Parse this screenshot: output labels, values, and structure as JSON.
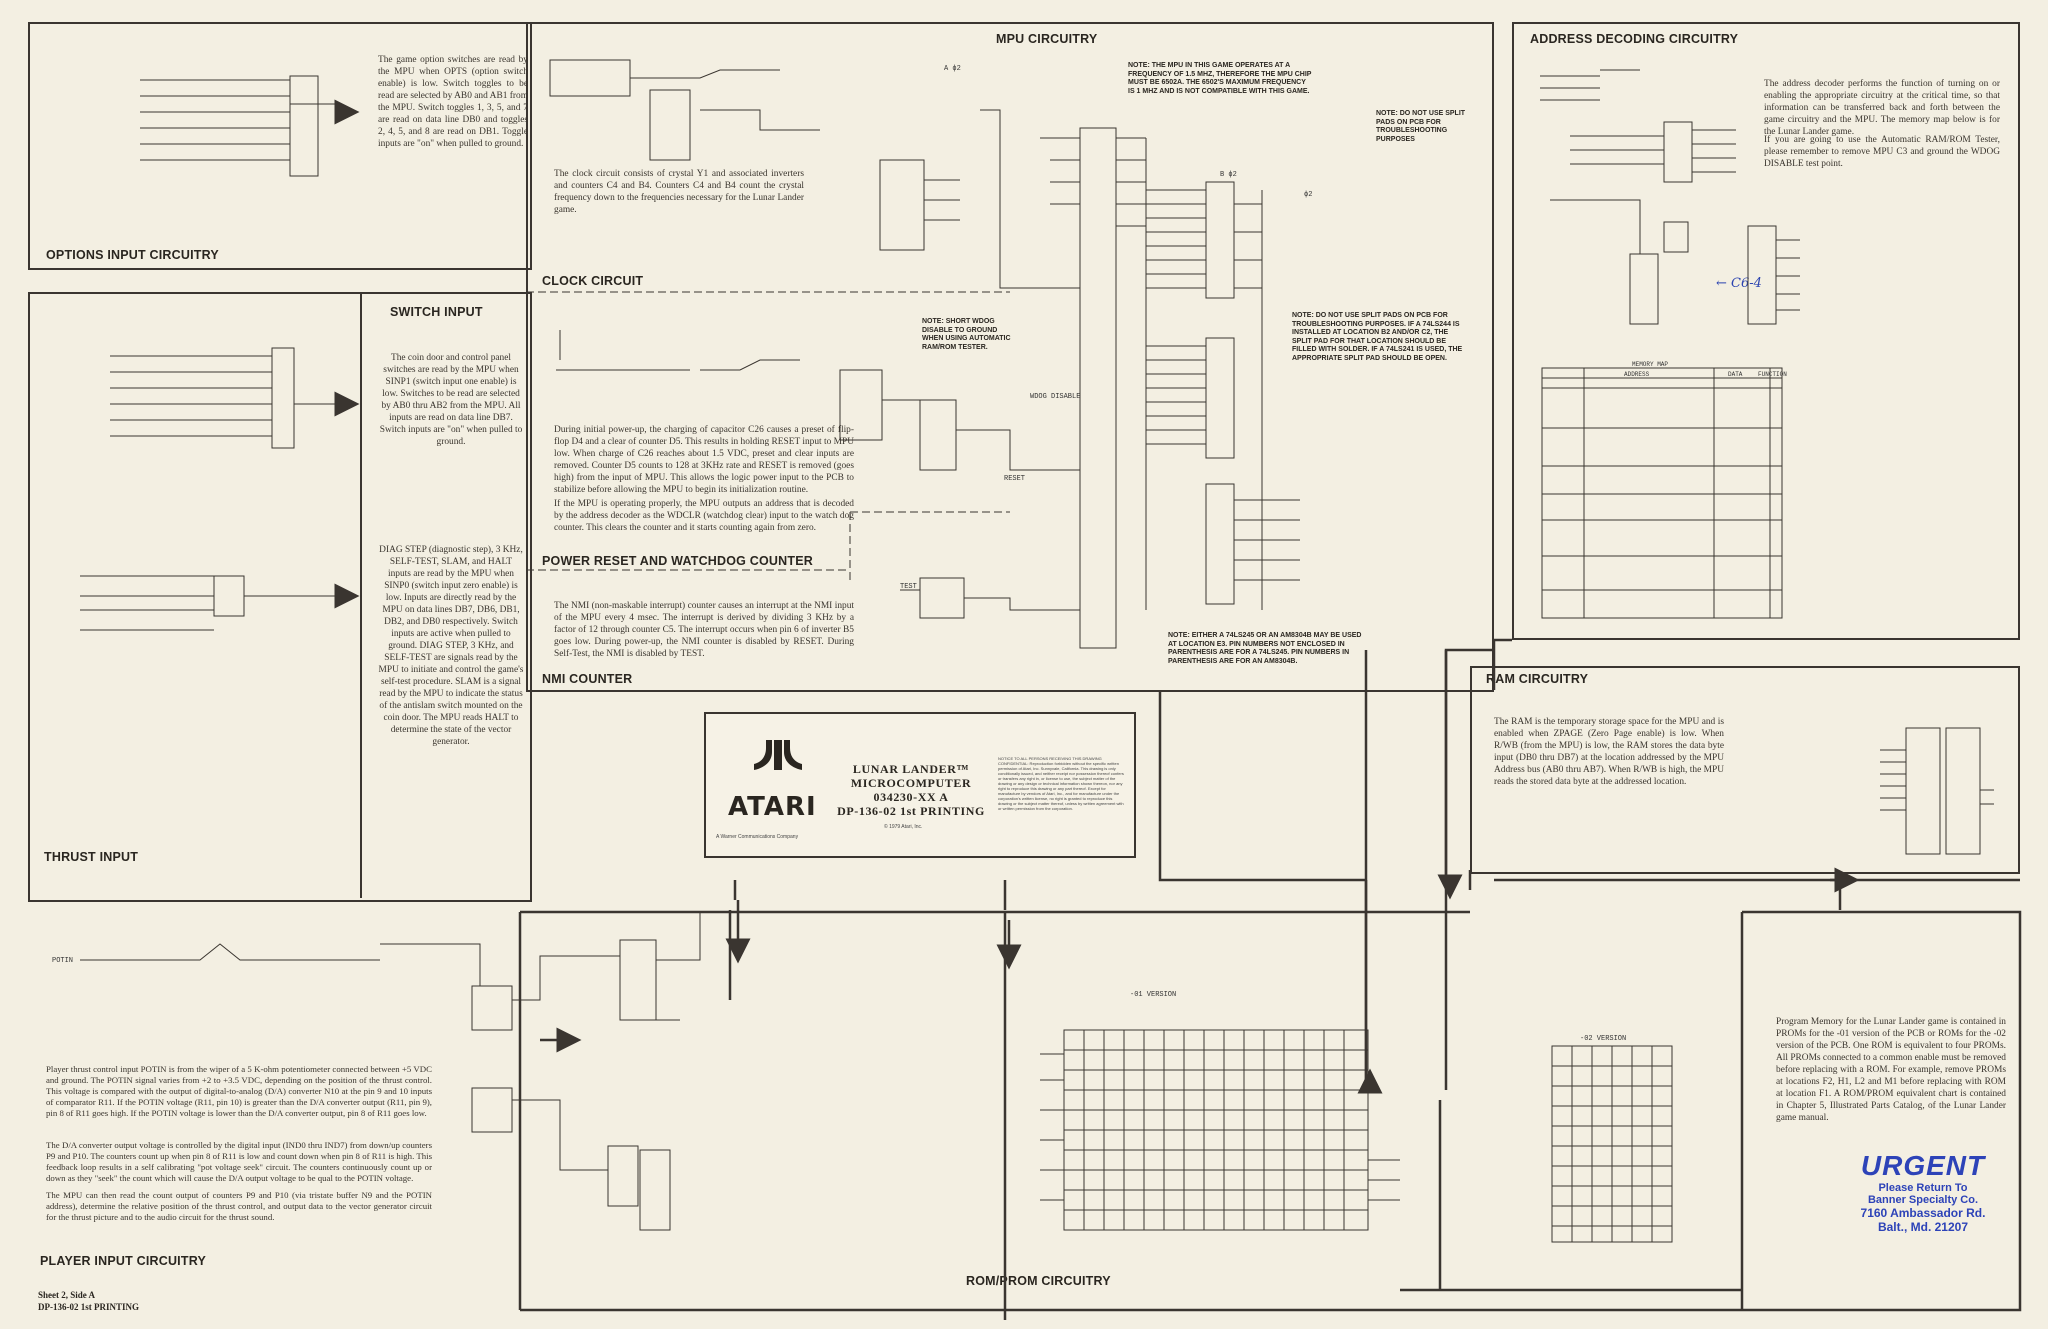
{
  "sections": {
    "options_input": "OPTIONS INPUT CIRCUITRY",
    "switch_input": "SWITCH INPUT",
    "thrust_input": "THRUST INPUT",
    "player_input": "PLAYER INPUT CIRCUITRY",
    "mpu": "MPU CIRCUITRY",
    "clock": "CLOCK CIRCUIT",
    "power_reset": "POWER RESET AND WATCHDOG COUNTER",
    "nmi": "NMI COUNTER",
    "address_decoding": "ADDRESS DECODING CIRCUITRY",
    "ram": "RAM CIRCUITRY",
    "romprom": "ROM/PROM CIRCUITRY"
  },
  "texts": {
    "options": "The game option switches are read by the MPU when OPTS (option switch enable) is low. Switch toggles to be read are selected by AB0 and AB1 from the MPU. Switch toggles 1, 3, 5, and 7 are read on data line DB0 and toggles 2, 4, 5, and 8 are read on DB1. Toggle inputs are \"on\" when pulled to ground.",
    "switch1": "The coin door and control panel switches are read by the MPU when SINP1 (switch input one enable) is low. Switches to be read are selected by AB0 thru AB2 from the MPU. All inputs are read on data line DB7. Switch inputs are \"on\" when pulled to ground.",
    "switch2": "DIAG STEP (diagnostic step), 3 KHz, SELF-TEST, SLAM, and HALT inputs are read by the MPU when SINP0 (switch input zero enable) is low. Inputs are directly read by the MPU on data lines DB7, DB6, DB1, DB2, and DB0 respectively. Switch inputs are active when pulled to ground. DIAG STEP, 3 KHz, and SELF-TEST are signals read by the MPU to initiate and control the game's self-test procedure. SLAM is a signal read by the MPU to indicate the status of the antislam switch mounted on the coin door. The MPU reads HALT to determine the state of the vector generator.",
    "clock": "The clock circuit consists of crystal Y1 and associated inverters and counters C4 and B4. Counters C4 and B4 count the crystal frequency down to the frequencies necessary for the Lunar Lander game.",
    "power_reset_p1": "During initial power-up, the charging of capacitor C26 causes a preset of flip-flop D4 and a clear of counter D5. This results in holding RESET input to MPU low. When charge of C26 reaches about 1.5 VDC, preset and clear inputs are removed. Counter D5 counts to 128 at 3KHz rate and RESET is removed (goes high) from the input of MPU. This allows the logic power input to the PCB to stabilize before allowing the MPU to begin its initialization routine.",
    "power_reset_p2": "If the MPU is operating properly, the MPU outputs an address that is decoded by the address decoder as the WDCLR (watchdog clear) input to the watch dog counter. This clears the counter and it starts counting again from zero.",
    "nmi": "The NMI (non-maskable interrupt) counter causes an interrupt at the NMI input of the MPU every 4 msec. The interrupt is derived by dividing 3 KHz by a factor of 12 through counter C5. The interrupt occurs when pin 6 of inverter B5 goes low. During power-up, the NMI counter is disabled by RESET. During Self-Test, the NMI is disabled by TEST.",
    "address": "The address decoder performs the function of turning on or enabling the appropriate circuitry at the critical time, so that information can be transferred back and forth between the game circuitry and the MPU. The memory map below is for the Lunar Lander game.",
    "address2": "If you are going to use the Automatic RAM/ROM Tester, please remember to remove MPU C3 and ground the WDOG DISABLE test point.",
    "ram": "The RAM is the temporary storage space for the MPU and is enabled when ZPAGE (Zero Page enable) is low. When R/WB (from the MPU) is low, the RAM stores the data byte input (DB0 thru DB7) at the location addressed by the MPU Address bus (AB0 thru AB7). When R/WB is high, the MPU reads the stored data byte at the addressed location.",
    "program": "Program Memory for the Lunar Lander game is contained in PROMs for the -01 version of the PCB or ROMs for the -02 version of the PCB. One ROM is equivalent to four PROMs. All PROMs connected to a common enable must be removed before replacing with a ROM. For example, remove PROMs at locations F2, H1, L2 and M1 before replacing with ROM at location F1. A ROM/PROM equivalent chart is contained in Chapter 5, Illustrated Parts Catalog, of the Lunar Lander game manual.",
    "thrust_p1": "Player thrust control input POTIN is from the wiper of a 5 K-ohm potentiometer connected between +5 VDC and ground. The POTIN signal varies from +2 to +3.5 VDC, depending on the position of the thrust control. This voltage is compared with the output of digital-to-analog (D/A) converter N10 at the pin 9 and 10 inputs of comparator R11. If the POTIN voltage (R11, pin 10) is greater than the D/A converter output (R11, pin 9), pin 8 of R11 goes high. If the POTIN voltage is lower than the D/A converter output, pin 8 of R11 goes low.",
    "thrust_p2": "The D/A converter output voltage is controlled by the digital input (IND0 thru IND7) from down/up counters P9 and P10. The counters count up when pin 8 of R11 is low and count down when pin 8 of R11 is high. This feedback loop results in a self calibrating \"pot voltage seek\" circuit. The counters continuously count up or down as they \"seek\" the count which will cause the D/A output voltage to be qual to the POTIN voltage.",
    "thrust_p3": "The MPU can then read the count output of counters P9 and P10 (via tristate buffer N9 and the POTIN address), determine the relative position of the thrust control, and output data to the vector generator circuit for the thrust picture and to the audio circuit for the thrust sound."
  },
  "notes": {
    "mpu_freq": "NOTE: THE MPU IN THIS GAME OPERATES AT A FREQUENCY OF 1.5 MHZ, THEREFORE THE MPU CHIP MUST BE 6502A. THE 6502'S MAXIMUM FREQUENCY IS 1 MHZ AND IS NOT COMPATIBLE WITH THIS GAME.",
    "split_pads_1": "NOTE: DO NOT USE SPLIT PADS ON PCB FOR TROUBLESHOOTING PURPOSES",
    "wdog": "NOTE: SHORT WDOG DISABLE TO GROUND WHEN USING AUTOMATIC RAM/ROM TESTER.",
    "split_pads_2": "NOTE: DO NOT USE SPLIT PADS ON PCB FOR TROUBLESHOOTING PURPOSES. IF A 74LS244 IS INSTALLED AT LOCATION B2 AND/OR C2, THE SPLIT PAD FOR THAT LOCATION SHOULD BE FILLED WITH SOLDER. IF A 74LS241 IS USED, THE APPROPRIATE SPLIT PAD SHOULD BE OPEN.",
    "am8304": "NOTE: EITHER A 74LS245 OR AN AM8304B MAY BE USED AT LOCATION E3. PIN NUMBERS NOT ENCLOSED IN PARENTHESIS ARE FOR A 74LS245. PIN NUMBERS IN PARENTHESIS ARE FOR AN AM8304B."
  },
  "title_block": {
    "logo": "ATARI",
    "company": "A Warner Communications Company",
    "line1": "LUNAR LANDER™",
    "line2": "MICROCOMPUTER",
    "line3": "034230-XX    A",
    "line4": "DP-136-02 1st PRINTING",
    "copyright": "© 1979 Atari, Inc.",
    "notice": "NOTICE TO ALL PERSONS RECEIVING THIS DRAWING CONFIDENTIAL: Reproduction forbidden without the specific written permission of Atari, Inc. Sunnyvale, California. This drawing is only conditionally issued, and neither receipt nor possession thereof confers or transfers any right in, or license to use, the subject matter of the drawing or any design or technical information shown thereon, nor any right to reproduce this drawing or any part thereof. Except for manufacture by vendors of Atari, Inc., and for manufacture under the corporation's written license, no right is granted to reproduce this drawing or the subject matter thereof, unless by written agreement with or written permission from the corporation."
  },
  "stamp": {
    "line1": "URGENT",
    "line2": "Please Return To",
    "line3": "Banner Specialty Co.",
    "line4": "7160 Ambassador Rd.",
    "line5": "Balt., Md. 21207"
  },
  "footer": {
    "line1": "Sheet 2, Side A",
    "line2": "DP-136-02    1st PRINTING"
  },
  "handwritten": "← C6-4",
  "rom_labels": {
    "v01": "-01 VERSION",
    "v02": "-02 VERSION"
  },
  "signals": {
    "a_phi2": "A ϕ2",
    "phi2": "ϕ2",
    "b_phi2": "B ϕ2",
    "wdog": "WDOG DISABLE",
    "reset": "RESET",
    "test": "TEST",
    "potin": "POTIN"
  },
  "memory_map": {
    "title": "MEMORY MAP",
    "col_address": "ADDRESS",
    "col_data": "DATA",
    "col_function": "FUNCTION"
  }
}
